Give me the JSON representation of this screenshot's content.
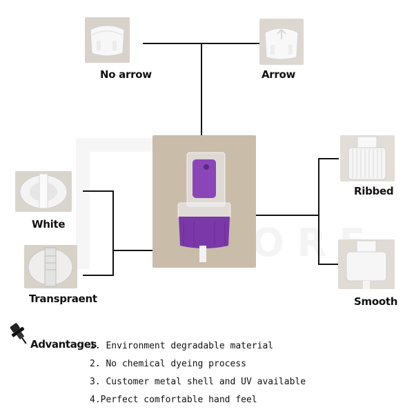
{
  "labels": {
    "no_arrow": "No arrow",
    "arrow": "Arrow",
    "white": "White",
    "transparent": "Transpraent",
    "ribbed": "Ribbed",
    "smooth": "Smooth"
  },
  "advantages": {
    "title": "Advantages",
    "items": [
      "1. Environment degradable material",
      "2. No chemical dyeing process",
      "3. Customer metal shell and UV available",
      "4.Perfect comfortable hand feel"
    ]
  },
  "watermark": "STORE",
  "colors": {
    "pump_collar": "#7a38a8",
    "photo_background": "#c9bca9",
    "line": "#111111"
  },
  "icons": {
    "pushpin": "pushpin-icon"
  }
}
